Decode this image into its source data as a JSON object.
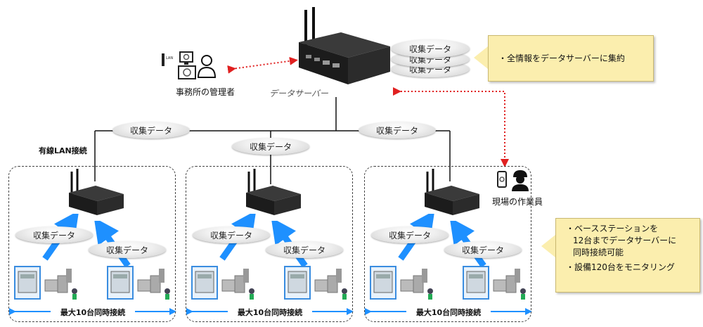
{
  "server": {
    "label": "データサーバー"
  },
  "stacked_data": [
    "収集データ",
    "収集データ",
    "収集データ"
  ],
  "office": {
    "label": "事務所の管理者"
  },
  "worker": {
    "label": "現場の作業員"
  },
  "lan_label": "有線LAN接続",
  "links": [
    "収集データ",
    "収集データ",
    "収集データ"
  ],
  "clusters": [
    {
      "data_left": "収集データ",
      "data_right": "収集データ",
      "range": "最大10台同時接続"
    },
    {
      "data_left": "収集データ",
      "data_right": "収集データ",
      "range": "最大10台同時接続"
    },
    {
      "data_left": "収集データ",
      "data_right": "収集データ",
      "range": "最大10台同時接続"
    }
  ],
  "callout_top": {
    "text": "・全情報をデータサーバーに集約"
  },
  "callout_bottom": {
    "line1": "・ベースステーションを",
    "line2": "12台までデータサーバーに",
    "line3": "同時接続可能",
    "line4": "・設備120台をモニタリング"
  },
  "colors": {
    "arrow": "#1e90ff",
    "dotted_link": "#e02020",
    "callout": "#fbeeae",
    "device": "#1f1f1f"
  }
}
